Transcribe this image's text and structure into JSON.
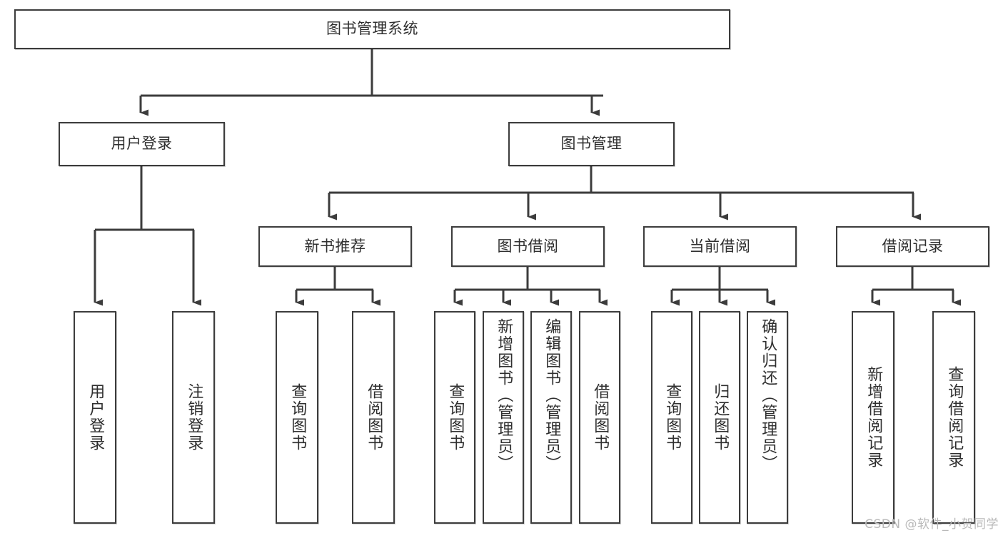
{
  "diagram": {
    "title": "图书管理系统",
    "type": "tree-hierarchy",
    "colors": {
      "border": "#3c3c3c",
      "background": "#ffffff",
      "text": "#2f2f2f",
      "connector": "#3c3c3c",
      "watermark": "#b9b9b9"
    }
  },
  "nodes": {
    "root": {
      "label": "图书管理系统"
    },
    "level2": [
      {
        "id": "user-login",
        "label": "用户登录"
      },
      {
        "id": "book-manage",
        "label": "图书管理"
      }
    ],
    "level3": [
      {
        "id": "new-book-recommend",
        "label": "新书推荐"
      },
      {
        "id": "book-borrow",
        "label": "图书借阅"
      },
      {
        "id": "current-borrow",
        "label": "当前借阅"
      },
      {
        "id": "borrow-record",
        "label": "借阅记录"
      }
    ],
    "leaves": {
      "user-login": [
        {
          "id": "leaf-user-login",
          "label": "用户登录"
        },
        {
          "id": "leaf-user-logout",
          "label": "注销登录"
        }
      ],
      "new-book-recommend": [
        {
          "id": "leaf-query-book-1",
          "label": "查询图书"
        },
        {
          "id": "leaf-borrow-book-1",
          "label": "借阅图书"
        }
      ],
      "book-borrow": [
        {
          "id": "leaf-query-book-2",
          "label": "查询图书"
        },
        {
          "id": "leaf-add-book",
          "label": "新增图书（管理员）"
        },
        {
          "id": "leaf-edit-book",
          "label": "编辑图书（管理员）"
        },
        {
          "id": "leaf-borrow-book-2",
          "label": "借阅图书"
        }
      ],
      "current-borrow": [
        {
          "id": "leaf-query-book-3",
          "label": "查询图书"
        },
        {
          "id": "leaf-return-book",
          "label": "归还图书"
        },
        {
          "id": "leaf-confirm-return",
          "label": "确认归还（管理员）"
        }
      ],
      "borrow-record": [
        {
          "id": "leaf-add-record",
          "label": "新增借阅记录"
        },
        {
          "id": "leaf-query-record",
          "label": "查询借阅记录"
        }
      ]
    }
  },
  "watermark": {
    "text": "CSDN @软件_小贺同学"
  }
}
